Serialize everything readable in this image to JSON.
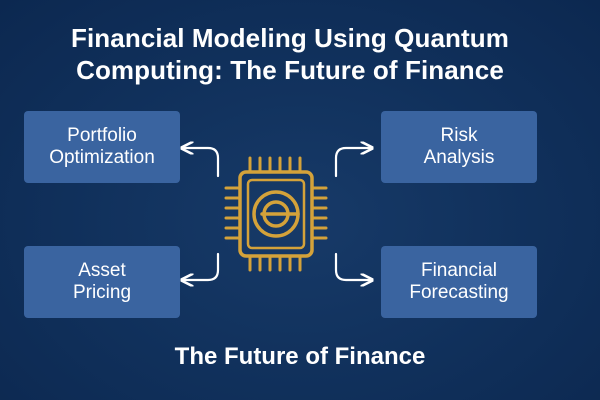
{
  "title": "Financial Modeling Using Quantum\nComputing: The Future of Finance",
  "boxes": {
    "portfolio": "Portfolio\nOptimization",
    "risk": "Risk\nAnalysis",
    "asset": "Asset\nPricing",
    "forecast": "Financial\nForecasting"
  },
  "footer": "The Future of Finance",
  "colors": {
    "background": "#10305b",
    "box": "#3a64a0",
    "chip": "#d4a23a",
    "arrow": "#ffffff"
  },
  "center_icon": "quantum-chip-icon"
}
